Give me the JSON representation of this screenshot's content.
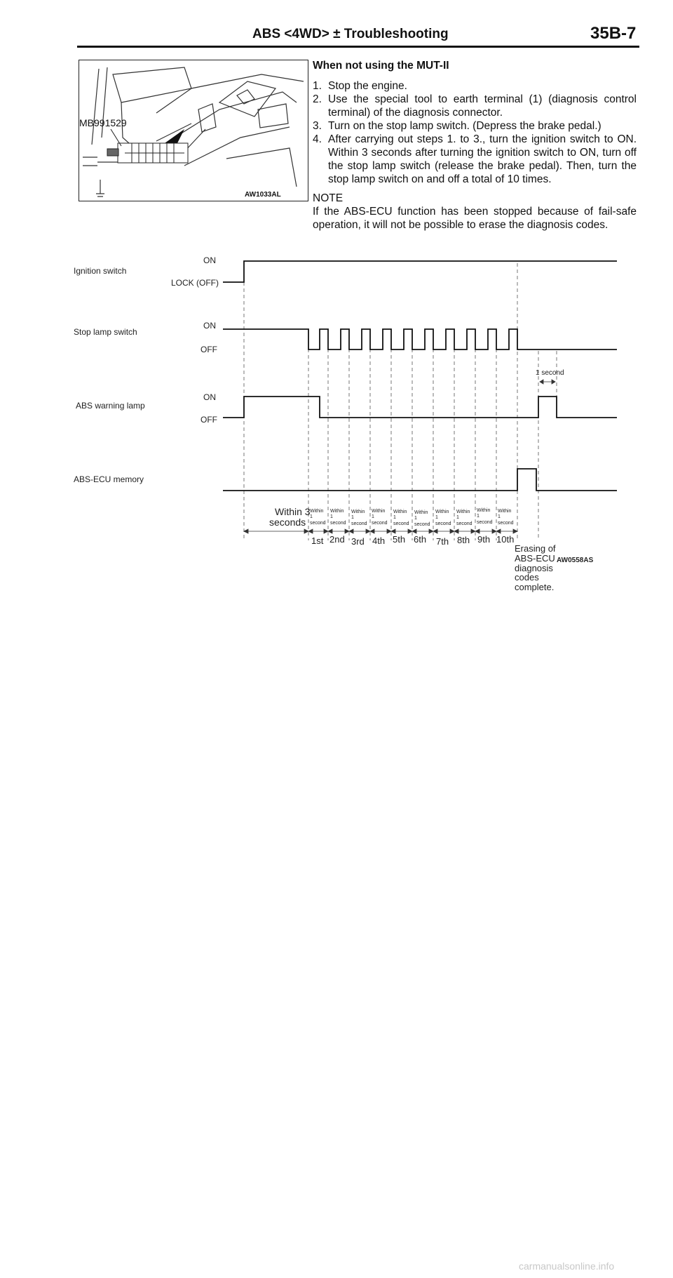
{
  "header": {
    "title": "ABS <4WD> ± Troubleshooting",
    "page": "35B-7"
  },
  "figure1": {
    "tool_label": "MB991529",
    "code": "AW1033AL"
  },
  "procedure": {
    "subheading": "When not using the MUT-II",
    "steps": [
      {
        "num": "1.",
        "text": "Stop the engine."
      },
      {
        "num": "2.",
        "text": "Use the special tool to earth terminal (1) (diagnosis control terminal) of the diagnosis connector."
      },
      {
        "num": "3.",
        "text": "Turn on the stop lamp switch. (Depress the brake pedal.)"
      },
      {
        "num": "4.",
        "text": "After carrying out steps 1. to 3., turn the ignition switch to ON. Within 3 seconds after turning the ignition switch to ON, turn off the stop lamp switch (release the brake pedal). Then, turn the stop lamp switch on and off a total of 10 times."
      }
    ],
    "note_label": "NOTE",
    "note_text": "If the ABS-ECU function has been stopped because of fail-safe operation, it will not be possible to erase the diagnosis codes."
  },
  "timing": {
    "signals": [
      {
        "name": "Ignition switch",
        "on": "ON",
        "off": "LOCK (OFF)"
      },
      {
        "name": "Stop lamp switch",
        "on": "ON",
        "off": "OFF"
      },
      {
        "name": "ABS warning lamp",
        "on": "ON",
        "off": "OFF"
      },
      {
        "name": "ABS-ECU memory"
      }
    ],
    "one_second": "1 second",
    "within3": [
      "Within 3",
      "seconds"
    ],
    "within1": [
      "Within",
      "1",
      "second"
    ],
    "ordinals": [
      "1st",
      "2nd",
      "3rd",
      "4th",
      "5th",
      "6th",
      "7th",
      "8th",
      "9th",
      "10th"
    ],
    "erasing": [
      "Erasing of",
      "ABS-ECU",
      "diagnosis",
      "codes",
      "complete."
    ],
    "code": "AW0558AS"
  },
  "footer": "carmanualsonline.info"
}
